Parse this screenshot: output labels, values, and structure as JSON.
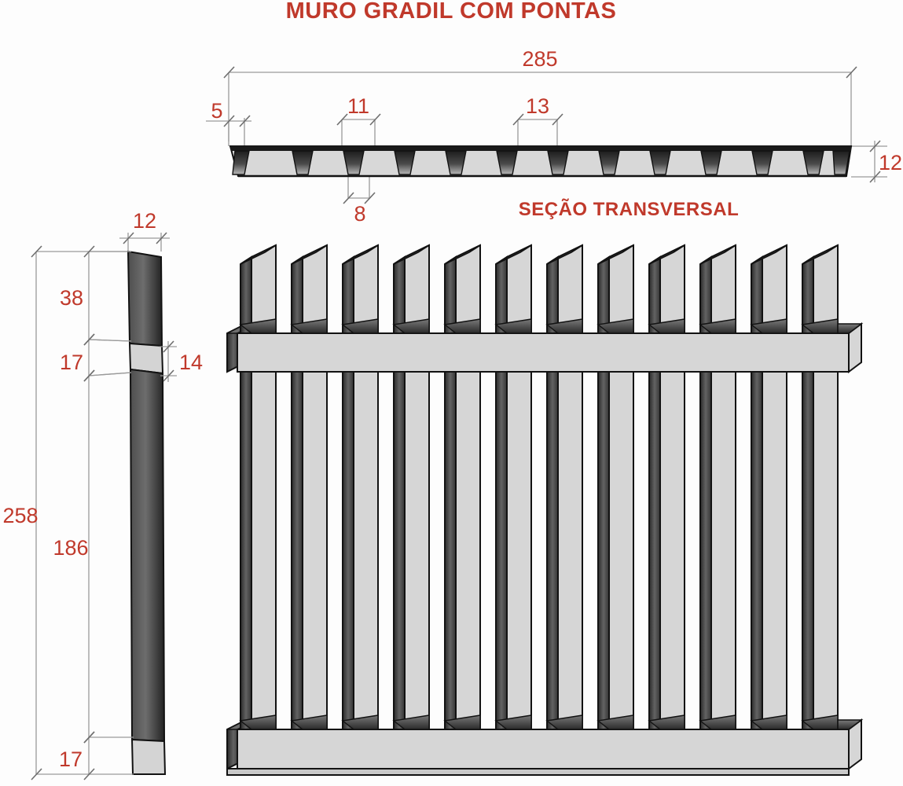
{
  "title": "MURO GRADIL COM PONTAS",
  "section_label": "SEÇÃO TRANSVERSAL",
  "units_note": "",
  "colors": {
    "dimension_text": "#c0392b",
    "title_text": "#c0392b",
    "line": "#9a9a9a",
    "outline": "#121212",
    "face_light": "#d8d8d8",
    "face_dark": "#3a3a3a",
    "background": "#fdfdfd"
  },
  "cross_section": {
    "name": "SEÇÃO TRANSVERSAL",
    "dimensions": {
      "overall_width": "285",
      "edge_offset": "5",
      "rib_pitch": "11",
      "rib_spacing": "13",
      "rib_base": "8",
      "thickness": "12"
    },
    "rib_count": 12
  },
  "side_view": {
    "dimensions": {
      "top_width": "12",
      "top_segment": "38",
      "rail_height": "17",
      "rail_depth": "14",
      "overall_height": "258",
      "middle_segment": "186",
      "bottom_segment": "17"
    }
  },
  "front_view": {
    "picket_count": 12,
    "rail_count": 2
  }
}
